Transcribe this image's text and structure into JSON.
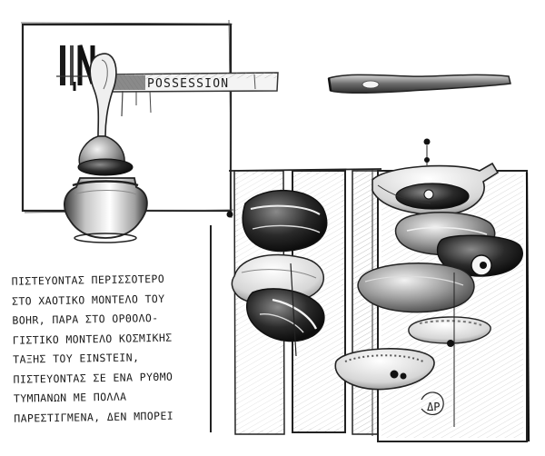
{
  "artwork": {
    "banner_text": "POSSESSION",
    "in_letters": "IN",
    "signature": "ΔΡ"
  },
  "handwritten_text": {
    "lines": [
      "ΠΙΣΤΕΥΟΝΤΑΣ ΠΕΡΙΣΣΟΤΕΡΟ",
      "ΣΤΟ ΧΑΟΤΙΚΟ ΜΟΝΤΕΛΟ ΤΟΥ",
      "BOHR, ΠΑΡΑ ΣΤΟ ΟΡΘΟΛΟ-",
      "ΓΙΣΤΙΚΟ ΜΟΝΤΕΛΟ ΚΟΣΜΙΚΗΣ",
      "ΤΑΞΗΣ ΤΟΥ EINSTEIN,",
      "ΠΙΣΤΕΥΟΝΤΑΣ ΣΕ ΕΝΑ ΡΥΘΜΟ",
      "ΤΥΜΠΑΝΩΝ ΜΕ ΠΟΛΛΑ",
      "ΠΑΡΕΣΤΙΓΜΕΝΑ, ΔΕΝ ΜΠΟΡΕΙ"
    ]
  }
}
